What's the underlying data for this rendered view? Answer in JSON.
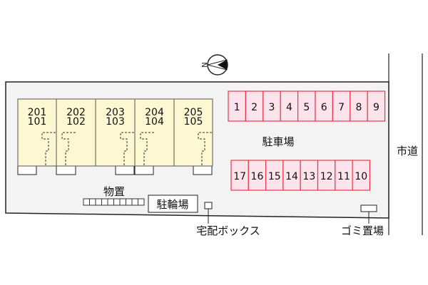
{
  "compass": {
    "label": "N"
  },
  "units": [
    {
      "upper": "201",
      "lower": "101"
    },
    {
      "upper": "202",
      "lower": "102"
    },
    {
      "upper": "203",
      "lower": "103"
    },
    {
      "upper": "204",
      "lower": "104"
    },
    {
      "upper": "205",
      "lower": "105"
    }
  ],
  "parking": {
    "label": "駐車場",
    "top_row": [
      "1",
      "2",
      "3",
      "4",
      "5",
      "6",
      "7",
      "8",
      "9"
    ],
    "bottom_row": [
      "17",
      "16",
      "15",
      "14",
      "13",
      "12",
      "11",
      "10"
    ]
  },
  "storage_label": "物置",
  "bicycle_parking_label": "駐輪場",
  "delivery_box_label": "宅配ボックス",
  "garbage_label": "ゴミ置場",
  "road_label": "市道",
  "colors": {
    "parking_fill": "#fde4ec",
    "parking_stroke": "#e8374a",
    "building_fill": "#fdf8d2",
    "lot_fill": "#f3f3f3"
  }
}
